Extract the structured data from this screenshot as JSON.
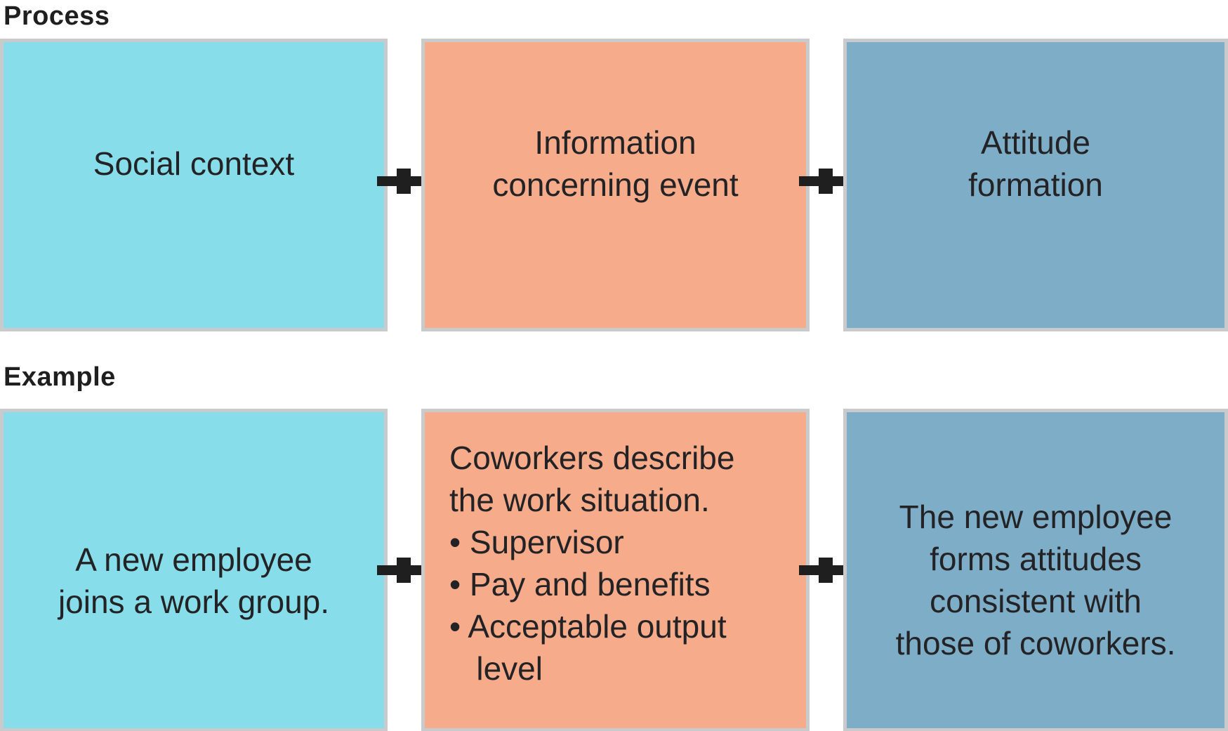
{
  "labels": {
    "process": "Process",
    "example": "Example"
  },
  "process": {
    "boxes": [
      {
        "name": "social-context",
        "lines": [
          "Social context"
        ]
      },
      {
        "name": "information-event",
        "lines": [
          "Information",
          "concerning event"
        ]
      },
      {
        "name": "attitude-formation",
        "lines": [
          "Attitude",
          "formation"
        ]
      }
    ]
  },
  "example": {
    "boxes": [
      {
        "name": "new-employee-joins",
        "lines": [
          "A new employee",
          "joins a work group."
        ]
      },
      {
        "name": "coworkers-describe",
        "lines": [
          "Coworkers describe",
          "the work situation.",
          "• Supervisor",
          "• Pay and benefits",
          "• Acceptable output",
          "   level"
        ]
      },
      {
        "name": "forms-attitudes",
        "lines": [
          "The new employee",
          "forms attitudes",
          "consistent with",
          "those of coworkers."
        ]
      }
    ]
  },
  "icons": {
    "arrow": "arrow-right"
  },
  "colors": {
    "background": "#FFFFFF",
    "box-cyan": "#87DEEA",
    "box-salmon": "#F6AB8B",
    "box-blue": "#7EADC8",
    "border": "#C8CACC",
    "text": "#232325",
    "label": "#1F1F1F",
    "arrow": "#1F1F1F"
  }
}
